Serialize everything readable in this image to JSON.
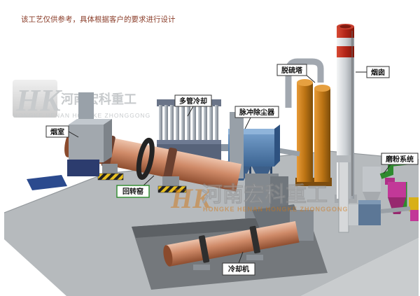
{
  "disclaimer": "该工艺仅供参考，具体根据客户的要求进行设计",
  "watermark": {
    "monogram": "HK",
    "company_cn": "河南宏科重工",
    "company_en": "HONGKE HENAN HONGKE ZHONGGONG"
  },
  "labels": {
    "smoke_chamber": "烟室",
    "multi_tube_cooler": "多管冷却",
    "pulse_dust_collector": "脉冲除尘器",
    "desulfurization_tower": "脱硫塔",
    "chimney": "烟囱",
    "rotary_kiln": "回转窑",
    "cooling_machine": "冷却机",
    "grinding_system": "磨粉系统"
  },
  "colors": {
    "kiln_body": "#cf8a68",
    "dust_collector": "#4a76ac",
    "desulfurization_tower": "#bc7414",
    "chimney_band_red": "#b22418",
    "platform_gray": "#b6babd",
    "pipe_green": "#2e8a2e",
    "cyclone_magenta": "#c23898",
    "watermark_orange": "#d07818",
    "label_border_green": "#2a8a2a",
    "disclaimer_text": "#8a3c28"
  }
}
